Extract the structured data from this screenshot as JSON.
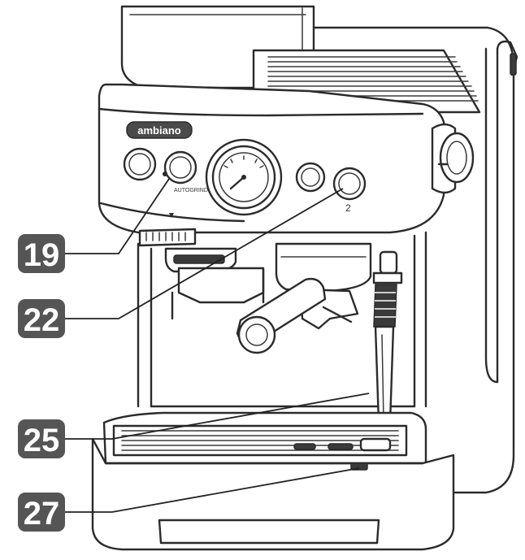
{
  "brand": {
    "logo_text": "ambiano"
  },
  "panel_markings": {
    "left_button": "",
    "grind_button": "AUTOGRIND",
    "steam_button": "",
    "cup_button": "2"
  },
  "callouts": [
    {
      "id": "callout-19",
      "number": "19"
    },
    {
      "id": "callout-22",
      "number": "22"
    },
    {
      "id": "callout-25",
      "number": "25"
    },
    {
      "id": "callout-27",
      "number": "27"
    }
  ],
  "colors": {
    "line": "#2b2b2b",
    "badge": "#555555",
    "badge_text": "#ffffff"
  }
}
